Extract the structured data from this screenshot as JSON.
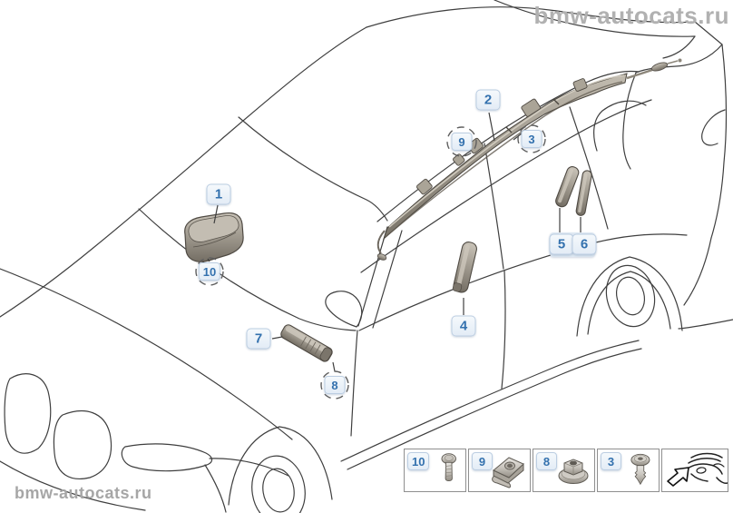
{
  "watermarks": {
    "top_right": "bmw-autocats.ru",
    "bottom_left": "bmw-autocats.ru"
  },
  "callouts": {
    "b1": {
      "label": "1",
      "type": "part"
    },
    "b2": {
      "label": "2",
      "type": "part"
    },
    "b3": {
      "label": "3",
      "type": "fastener"
    },
    "b4": {
      "label": "4",
      "type": "part"
    },
    "b5": {
      "label": "5",
      "type": "part"
    },
    "b6": {
      "label": "6",
      "type": "part"
    },
    "b7": {
      "label": "7",
      "type": "part"
    },
    "b8": {
      "label": "8",
      "type": "fastener"
    },
    "b9": {
      "label": "9",
      "type": "fastener"
    },
    "b10": {
      "label": "10",
      "type": "fastener"
    }
  },
  "legend": {
    "items": [
      {
        "label": "10",
        "icon": "screw-icon"
      },
      {
        "label": "9",
        "icon": "clip-nut-icon"
      },
      {
        "label": "8",
        "icon": "plastic-nut-icon"
      },
      {
        "label": "3",
        "icon": "expanding-rivet-icon"
      },
      {
        "label": "",
        "icon": "view-direction-arrow-icon"
      }
    ]
  },
  "colors": {
    "accent_blue": "#3371ae",
    "badge_bg": "#e9f1f9",
    "badge_border": "#bccee2",
    "line_art": "#3f3f3f",
    "part_gray": "#989287",
    "watermark": "#b1b1b1"
  }
}
